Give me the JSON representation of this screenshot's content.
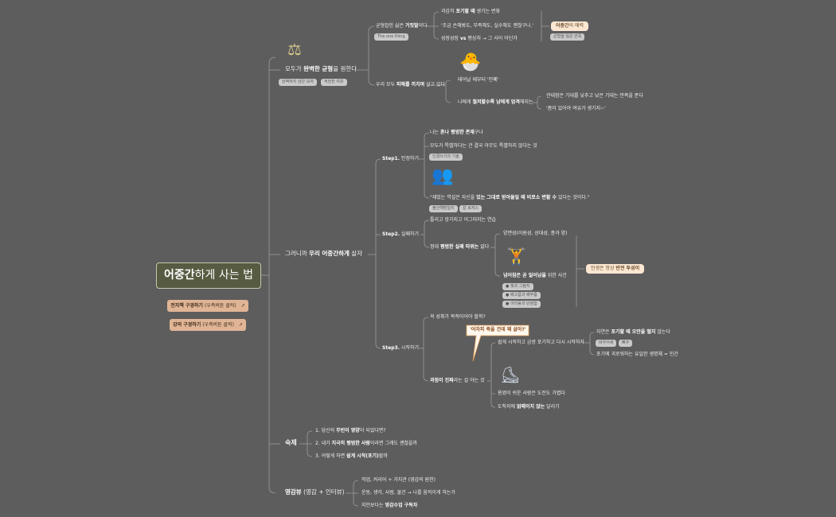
{
  "root": {
    "a": "어중간",
    "b": "하게 사는 법"
  },
  "links": [
    {
      "a": "전자책 구경하기",
      "b": " (우측버튼 클릭)",
      "icon": "external-link-icon"
    },
    {
      "a": "강의 구경하기",
      "b": " (우측버튼 클릭)",
      "icon": "external-link-icon"
    }
  ],
  "b1": {
    "pre": "모두가 ",
    "bold": "완벽한 균형",
    "post": "을 원한다",
    "icon": "scales-icon",
    "icon_glyph": "⚖",
    "tags": [
      "완벽하지 않은 보자",
      "적당한 여유"
    ],
    "n1": {
      "pre": "균형잡힌 삶은 ",
      "bold": "거짓말",
      "post": "이다",
      "tag": "The one thing",
      "c1": {
        "pre": "과감히 ",
        "bold": "포기할 때",
        "post": " 생기는 변화"
      },
      "c2": "'조금 손해봐도, 부족해도, 실수해도 괜찮구나.'",
      "c3": {
        "pre": "성장성장 ",
        "bold": "vs",
        "post": " 평상처 → 그 사이 어딘가"
      },
      "box": {
        "bold": "어중간",
        "post": "의 매력"
      },
      "box_tag": "균형을 잃은 만족"
    },
    "n2": {
      "pre": "우리 모두 ",
      "bold": "피해를 끼치며",
      "post": " 살고 있다",
      "icon": "hatching-chick-icon",
      "icon_glyph": "🐣",
      "c1": "태어날 때부터 '민폐'",
      "c2": {
        "pre": "나에게 ",
        "bold": "철저할수록 남에게 엄격",
        "post": "해지는"
      },
      "g1": "관대함은 기대를 낮추고 낮은 기대는 만족을 준다",
      "g2": "'좀이 있어야 여유가 생기지~'"
    }
  },
  "b2": {
    "pre": "그러니까 ",
    "bold": "우리 어중간하게",
    "post": " 살자",
    "s1": {
      "bold": "Step1.",
      "post": " 인정하기",
      "c1": {
        "pre": "나는 ",
        "bold": "흔나 평범한 존재",
        "post": "구나"
      },
      "c2": "모두가 특별하다는 건 결국 아무도 특별하지 않다는 것",
      "tag": "인경쓰기의 기술",
      "icon": "people-icon",
      "icon_glyph": "👥",
      "quote": {
        "pre": "\"재밌는 역설은 자신을 ",
        "bold": "있는 그대로 받아들일 때 비로소 변할 수",
        "post": " 있다는 것이다.\""
      },
      "tags": [
        "불안해방일지",
        "칼 로저스"
      ]
    },
    "s2": {
      "bold": "Step2.",
      "post": " 실패하기",
      "c1": "틀리고 망가지고 어그러지는 연습",
      "c2": {
        "pre": "정대 ",
        "bold": "평범한 실패 따위는",
        "post": " 없다"
      },
      "g1": "양면성(이원성, 상대성, 종과 양)",
      "icon": "weightlifter-icon",
      "icon_glyph": "🏋",
      "g2": {
        "bold": "넘어짐은 곧 일어남을",
        "post": " 위한 사건"
      },
      "bullets": [
        "빛과 그림자",
        "배고픔과 배부름",
        "이러움과 단정함"
      ],
      "box": {
        "pre": "인생은 항상 ",
        "bold": "반전 투성이"
      }
    },
    "s3": {
      "bold": "Step3.",
      "post": " 시작하기",
      "c1": "꼭 성취가 목적이어야 할까?",
      "callout": "'어차피 죽을 건데 왜 살아?'",
      "c2": {
        "bold": "과정이 진짜",
        "post": "라는 걸 아는 것"
      },
      "g1": "쉽게 시작하고 금방 포기하고 다시 시작하자",
      "gg1": {
        "pre": "자연은 ",
        "bold": "포기할 때 오만을 떨지",
        "post": " 않는다"
      },
      "gg_tags": [
        "바우어새",
        "뻐꾸"
      ],
      "gg2": "포기에 괴로워하는 유일한 생명체 = 인간",
      "icon": "ice-skate-icon",
      "icon_glyph": "⛸",
      "g2": "용썼이 쉬운 사람은 도전도 가볍다",
      "g3": {
        "pre": "도착지에 ",
        "bold": "얽매이지 않는",
        "post": " 달리기"
      }
    }
  },
  "b3": {
    "label": "숙제",
    "c1": {
      "pre": "1. 당신의 ",
      "bold": "무빈이 영양",
      "post": "이 되었다면?"
    },
    "c2": {
      "pre": "2. 내가 ",
      "bold": "지극히 평범한 사람",
      "post": "이라면 그래도 괜찮을까"
    },
    "c3": {
      "pre": "3. 어떻게 하면 ",
      "bold": "쉽게 시작(포기)",
      "post": "할까"
    }
  },
  "b4": {
    "bold": "영감뷰",
    "post": " (영감 + 인터뷰)",
    "c1": "직업, 커리어 + 가치관 (영감의 원천)",
    "c2": "운동, 생각, 사람, 물건 → 나를 움직이게 하는가",
    "c3": {
      "pre": "지인보다는 ",
      "bold": "영감수업 구독자"
    }
  }
}
